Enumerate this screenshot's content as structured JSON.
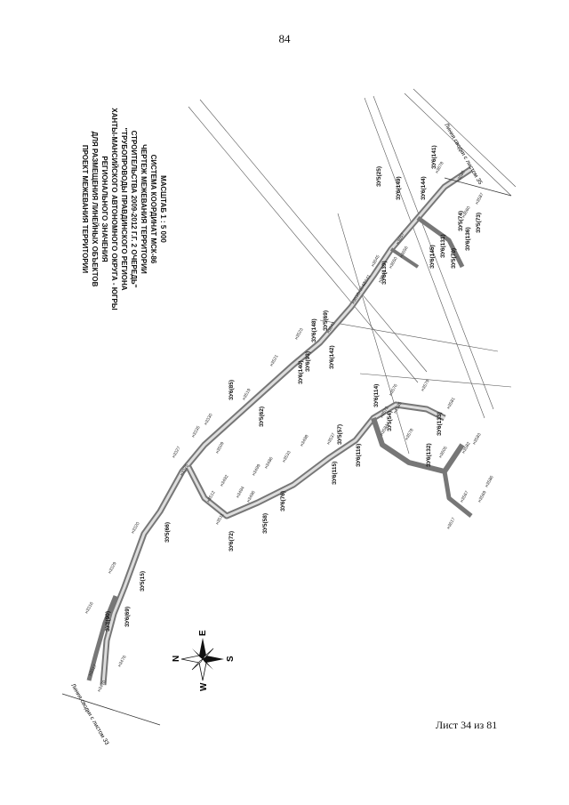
{
  "page": {
    "number": "84",
    "sheet_label": "Лист 34 из 81"
  },
  "title_block": {
    "lines": [
      "ПРОЕКТ МЕЖЕВАНИЯ ТЕРРИТОРИИ",
      "ДЛЯ РАЗМЕЩЕНИЯ ЛИНЕЙНЫХ ОБЪЕКТОВ",
      "РЕГИОНАЛЬНОГО ЗНАЧЕНИЯ",
      "ХАНТЫ-МАНСИЙСКОГО АВТОНОМНОГО ОКРУГА - ЮГРЫ",
      "\"ТРУБОПРОВОДЫ ПРАВДИНСКОГО РЕГИОНА",
      "СТРОИТЕЛЬСТВА 2009-2012 Г.Г. 2 ОЧЕРЕДЬ\"",
      "ЧЕРТЕЖ МЕЖЕВАНИЯ ТЕРРИТОРИИ",
      "СИСТЕМА КООРДИНАТ МСК-86",
      "МАСШТАБ 1 : 5 000"
    ]
  },
  "compass": {
    "n": "N",
    "s": "S",
    "e": "E",
    "w": "W"
  },
  "match_lines": {
    "left": "Линия сводки с листом 33",
    "right": "Линия сводки с листом 35"
  },
  "parcels": [
    "ЗУ6(69)",
    "ЗУ6(90)",
    "ЗУ5(15)",
    "ЗУ5(66)",
    "ЗУ6(85)",
    "ЗУ5(62)",
    "ЗУ6(72)",
    "ЗУ5(58)",
    "ЗУ6(76)",
    "ЗУ6(115)",
    "ЗУ5(57)",
    "ЗУ6(116)",
    "ЗУ6(114)",
    "ЗУ5(54)",
    "ЗУ6(132)",
    "ЗУ6(133)",
    "ЗУ6(140)",
    "ЗУ6(93)",
    "ЗУ5(69)",
    "ЗУ6(142)",
    "ЗУ6(148)",
    "ЗУ6(139)",
    "ЗУ6(145)",
    "ЗУ5(70)",
    "ЗУ6(136)",
    "ЗУ5(73)",
    "ЗУ6(149)",
    "ЗУ5(25)",
    "ЗУ6(141)",
    "ЗУ6(144)",
    "ЗУ6(131)",
    "ЗУ5(74)"
  ],
  "points": [
    "н3316",
    "н3317",
    "н3320",
    "н3325",
    "н3327",
    "н3329",
    "н3330",
    "н3335",
    "н3470",
    "н3476",
    "н3486",
    "н3492",
    "н3494",
    "н3496",
    "н3498",
    "н3499",
    "н3509",
    "н3511",
    "н3512",
    "н3519",
    "н3521",
    "н3523",
    "н3533",
    "н3537",
    "н3567",
    "н3569",
    "н3573",
    "н3576",
    "н3578",
    "н3579",
    "н3581",
    "н3582",
    "н3583",
    "н3584",
    "н3585",
    "н3586",
    "н3587",
    "н3605",
    "н3617",
    "н3638",
    "н3641",
    "н3642",
    "н3643",
    "н3645",
    "н3648",
    "н3650",
    "н3656",
    "н3657",
    "н3660",
    "н3678",
    "н3686"
  ]
}
